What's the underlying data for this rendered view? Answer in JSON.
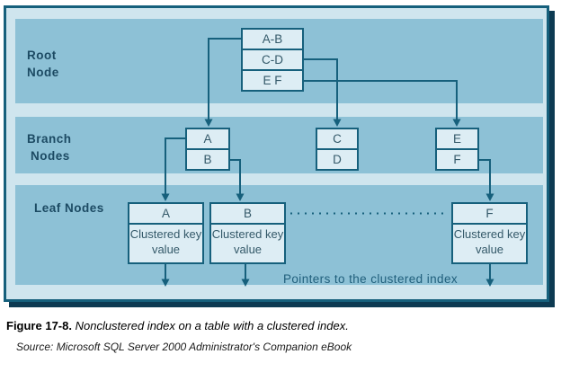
{
  "figure": {
    "caption_label": "Figure 17-8.",
    "caption_text": "Nonclustered index on a table with a clustered index.",
    "source": "Source: Microsoft SQL Server 2000 Administrator's Companion eBook"
  },
  "diagram": {
    "sections": {
      "root": {
        "line1": "Root",
        "line2": "Node"
      },
      "branch": {
        "line1": "Branch",
        "line2": "Nodes"
      },
      "leaf": {
        "label": "Leaf Nodes"
      }
    },
    "root_node": {
      "rows": [
        "A-B",
        "C-D",
        "E F"
      ]
    },
    "branch_nodes": [
      {
        "rows": [
          "A",
          "B"
        ]
      },
      {
        "rows": [
          "C",
          "D"
        ]
      },
      {
        "rows": [
          "E",
          "F"
        ]
      }
    ],
    "leaf_nodes": [
      {
        "key": "A",
        "value": "Clustered key value"
      },
      {
        "key": "B",
        "value": "Clustered key value"
      },
      {
        "key": "F",
        "value": "Clustered key value"
      }
    ],
    "pointers_label": "Pointers to the clustered index"
  },
  "colors": {
    "line": "#16607c",
    "shadow": "#0d3a52",
    "diagram_fill": "#cfe5ee",
    "panel_fill": "#8dc1d6",
    "node_fill": "#ddedf4",
    "section_label_text": "#1c4a63",
    "node_text": "#345969"
  }
}
